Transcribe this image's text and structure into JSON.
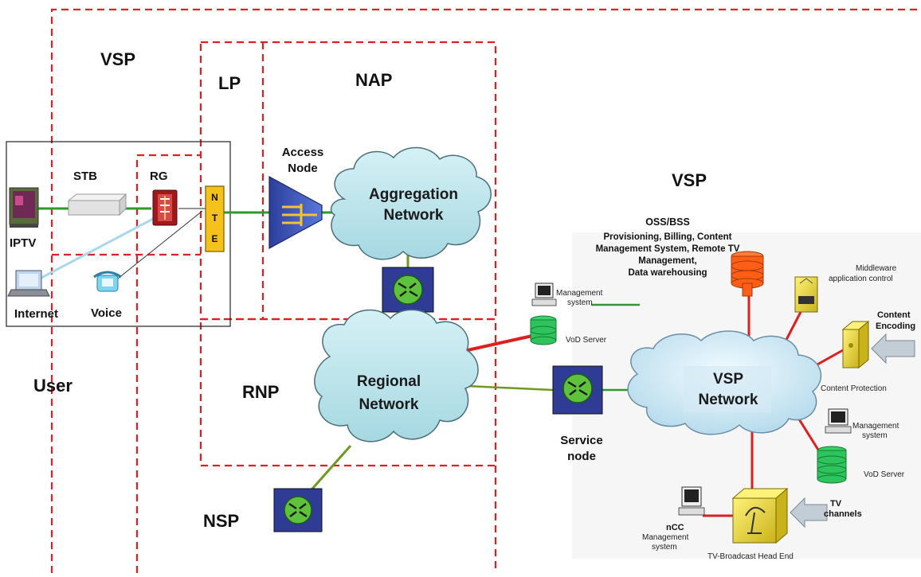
{
  "domains": {
    "vsp_top": "VSP",
    "lp": "LP",
    "nap": "NAP",
    "user": "User",
    "rnp": "RNP",
    "nsp": "NSP",
    "vsp_right": "VSP"
  },
  "user_devices": {
    "iptv": "IPTV",
    "stb": "STB",
    "rg": "RG",
    "internet": "Internet",
    "voice": "Voice",
    "nte_letters": [
      "N",
      "T",
      "E"
    ]
  },
  "access": {
    "access_node_line1": "Access",
    "access_node_line2": "Node"
  },
  "clouds": {
    "aggregation_line1": "Aggregation",
    "aggregation_line2": "Network",
    "regional_line1": "Regional",
    "regional_line2": "Network",
    "vsp_line1": "VSP",
    "vsp_line2": "Network"
  },
  "vsp_side": {
    "oss_title": "OSS/BSS",
    "oss_line1": "Provisioning, Billing, Content",
    "oss_line2": "Management System, Remote TV",
    "oss_line3": "Management,",
    "oss_line4": "Data warehousing",
    "middleware_line1": "Middleware",
    "middleware_line2": "application control",
    "content_encoding_line1": "Content",
    "content_encoding_line2": "Encoding",
    "content_protection": "Content Protection",
    "mgmt_top_line1": "Management",
    "mgmt_top_line2": "system",
    "vod_top": "VoD Server",
    "mgmt_right_line1": "Management",
    "mgmt_right_line2": "system",
    "vod_right": "VoD Server",
    "service_node_line1": "Service",
    "service_node_line2": "node",
    "tv_channels_line1": "TV",
    "tv_channels_line2": "channels",
    "ncc_line1": "nCC",
    "ncc_line2": "Management",
    "ncc_line3": "system",
    "head_end": "TV-Broadcast Head End"
  },
  "colors": {
    "boundary_dash": "#e02020",
    "green_link": "#2e9a2e",
    "olive_link": "#6f9a1f",
    "red_link": "#dd1f1f",
    "cloud_fill": "#bfe6ec",
    "router_blue": "#2e3c96",
    "router_green": "#5ec23c"
  }
}
